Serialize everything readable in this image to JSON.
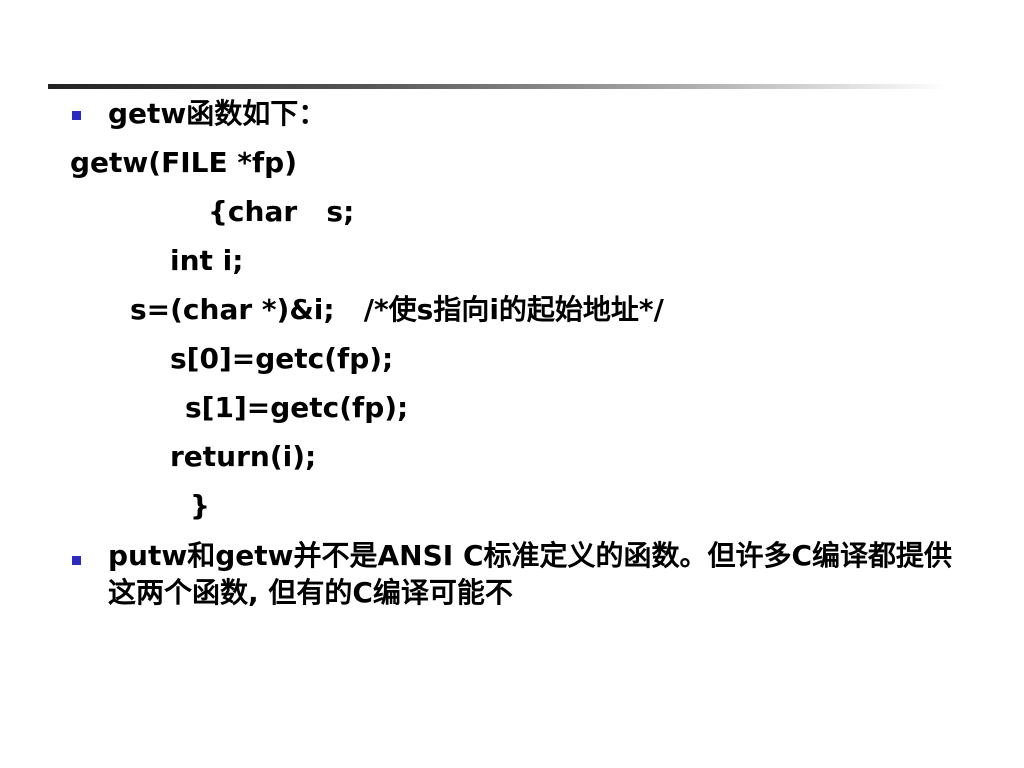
{
  "slide": {
    "bullet1": "getw函数如下：",
    "code": [
      "getw(FILE *fp)",
      "{char   s;",
      "int i;",
      "s=(char *)&i;   /*使s指向i的起始地址*/",
      "s[0]=getc(fp);",
      "s[1]=getc(fp);",
      "return(i);",
      "}"
    ],
    "bullet2": "putw和getw并不是ANSI C标准定义的函数。但许多C编译都提供这两个函数, 但有的C编译可能不"
  }
}
